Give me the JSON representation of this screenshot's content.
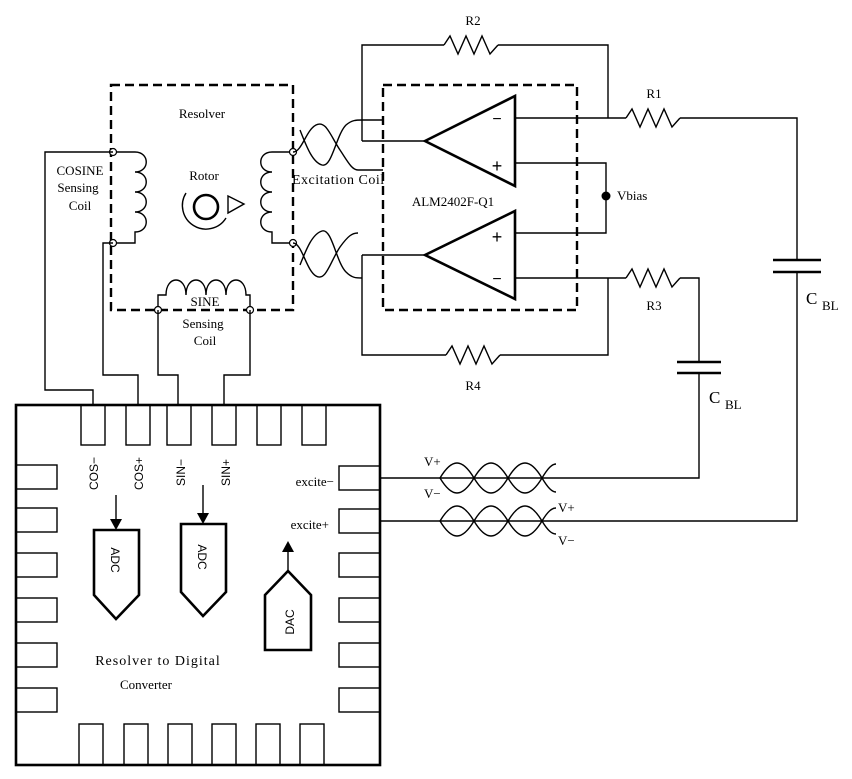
{
  "labels": {
    "resolver": "Resolver",
    "rotor": "Rotor",
    "cosine_line1": "COSINE",
    "cosine_line2": "Sensing",
    "cosine_line3": "Coil",
    "sine_line1": "SINE",
    "sine_line2": "Sensing",
    "sine_line3": "Coil",
    "excitation_coil": "Excitation Coil",
    "amp_part": "ALM2402F-Q1",
    "vbias": "Vbias",
    "r1": "R1",
    "r2": "R2",
    "r3": "R3",
    "r4": "R4",
    "cbl_c": "C",
    "cbl_sub": "BL",
    "op_minus": "−",
    "op_plus": "+",
    "vplus": "V+",
    "vminus": "V−",
    "excite_minus": "excite−",
    "excite_plus": "excite+",
    "cos_minus": "COS−",
    "cos_plus": "COS+",
    "sin_minus": "SIN−",
    "sin_plus": "SIN+",
    "adc": "ADC",
    "dac": "DAC",
    "rdc_line1": "Resolver to Digital",
    "rdc_line2": "Converter"
  }
}
